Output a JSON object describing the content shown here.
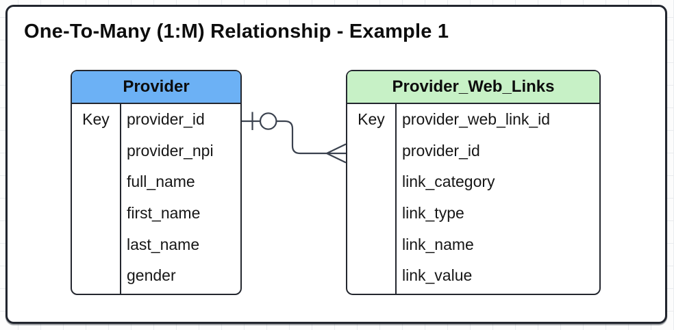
{
  "title": "One-To-Many (1:M) Relationship - Example 1",
  "entities": [
    {
      "name": "Provider",
      "header_color": "#6cb1f5",
      "key_label": "Key",
      "fields": [
        "provider_id",
        "provider_npi",
        "full_name",
        "first_name",
        "last_name",
        "gender"
      ]
    },
    {
      "name": "Provider_Web_Links",
      "header_color": "#c7f1c6",
      "key_label": "Key",
      "fields": [
        "provider_web_link_id",
        "provider_id",
        "link_category",
        "link_type",
        "link_name",
        "link_value"
      ]
    }
  ],
  "relationship": {
    "type": "one-to-many",
    "from_entity": "Provider",
    "from_field": "provider_id",
    "from_marker": "one-circle-marker",
    "to_entity": "Provider_Web_Links",
    "to_field": "provider_id",
    "to_marker": "crow-foot-many-marker"
  },
  "colors": {
    "provider_header": "#6cb1f5",
    "provider_web_links_header": "#c7f1c6",
    "frame_border": "#21252e",
    "table_border": "#23262e",
    "connector_stroke": "#3a414e",
    "grid_line": "#e9ebee"
  }
}
